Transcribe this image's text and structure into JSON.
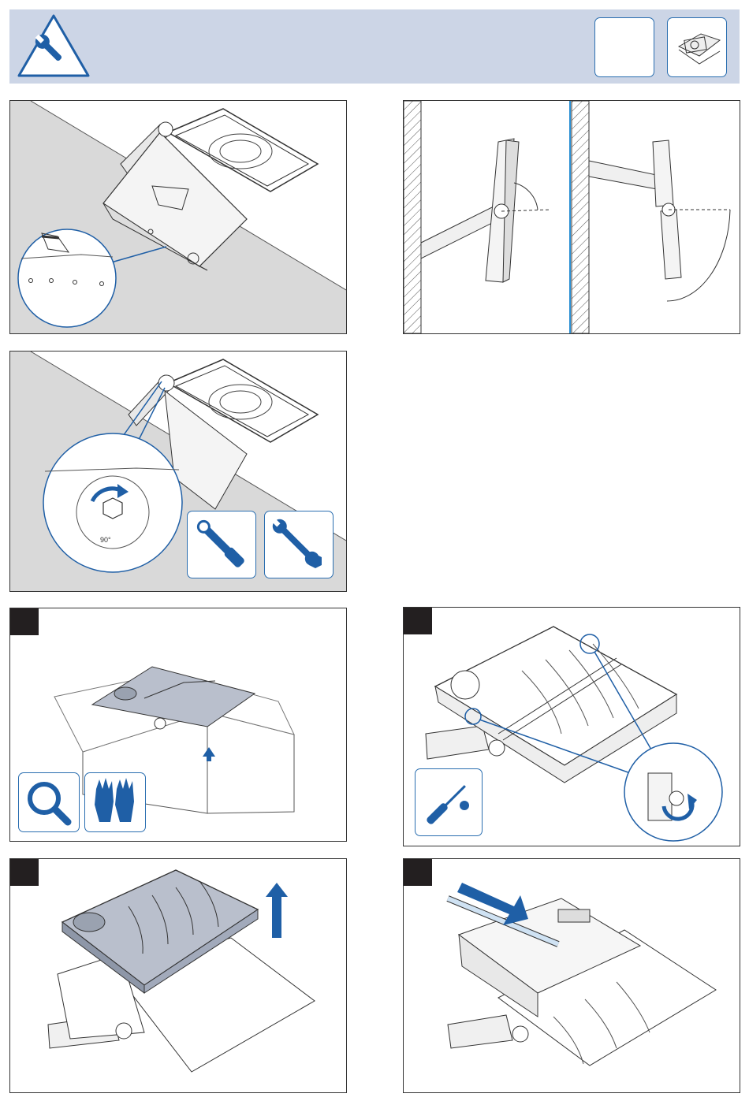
{
  "header": {
    "icon": "wrench-warning-icon",
    "thumbnails": [
      "blank-thumbnail",
      "luminaire-thumbnail"
    ]
  },
  "figures": {
    "inspect_cutoff": {
      "icon": "fixture-cutoff-illustration"
    },
    "tilt_angles": {
      "icon": "wall-mount-tilt-illustration"
    },
    "adjust_angle": {
      "icon": "angle-adjust-illustration",
      "scale_label": "90°",
      "tools": [
        "torque-wrench-icon",
        "hex-wrench-icon"
      ]
    },
    "step_unbox": {
      "icon": "unbox-illustration",
      "tools": [
        "magnifier-icon",
        "gloves-icon"
      ]
    },
    "step_unscrew": {
      "icon": "unscrew-cover-illustration",
      "tools": [
        "torx-screwdriver-icon"
      ]
    },
    "step_lift": {
      "icon": "lift-cover-illustration"
    },
    "step_cable": {
      "icon": "insert-cable-illustration"
    }
  },
  "colors": {
    "accent": "#1f5fa6",
    "header_bg": "#ccd5e6",
    "gray": "#d9d9d9",
    "step_box": "#231f20"
  }
}
